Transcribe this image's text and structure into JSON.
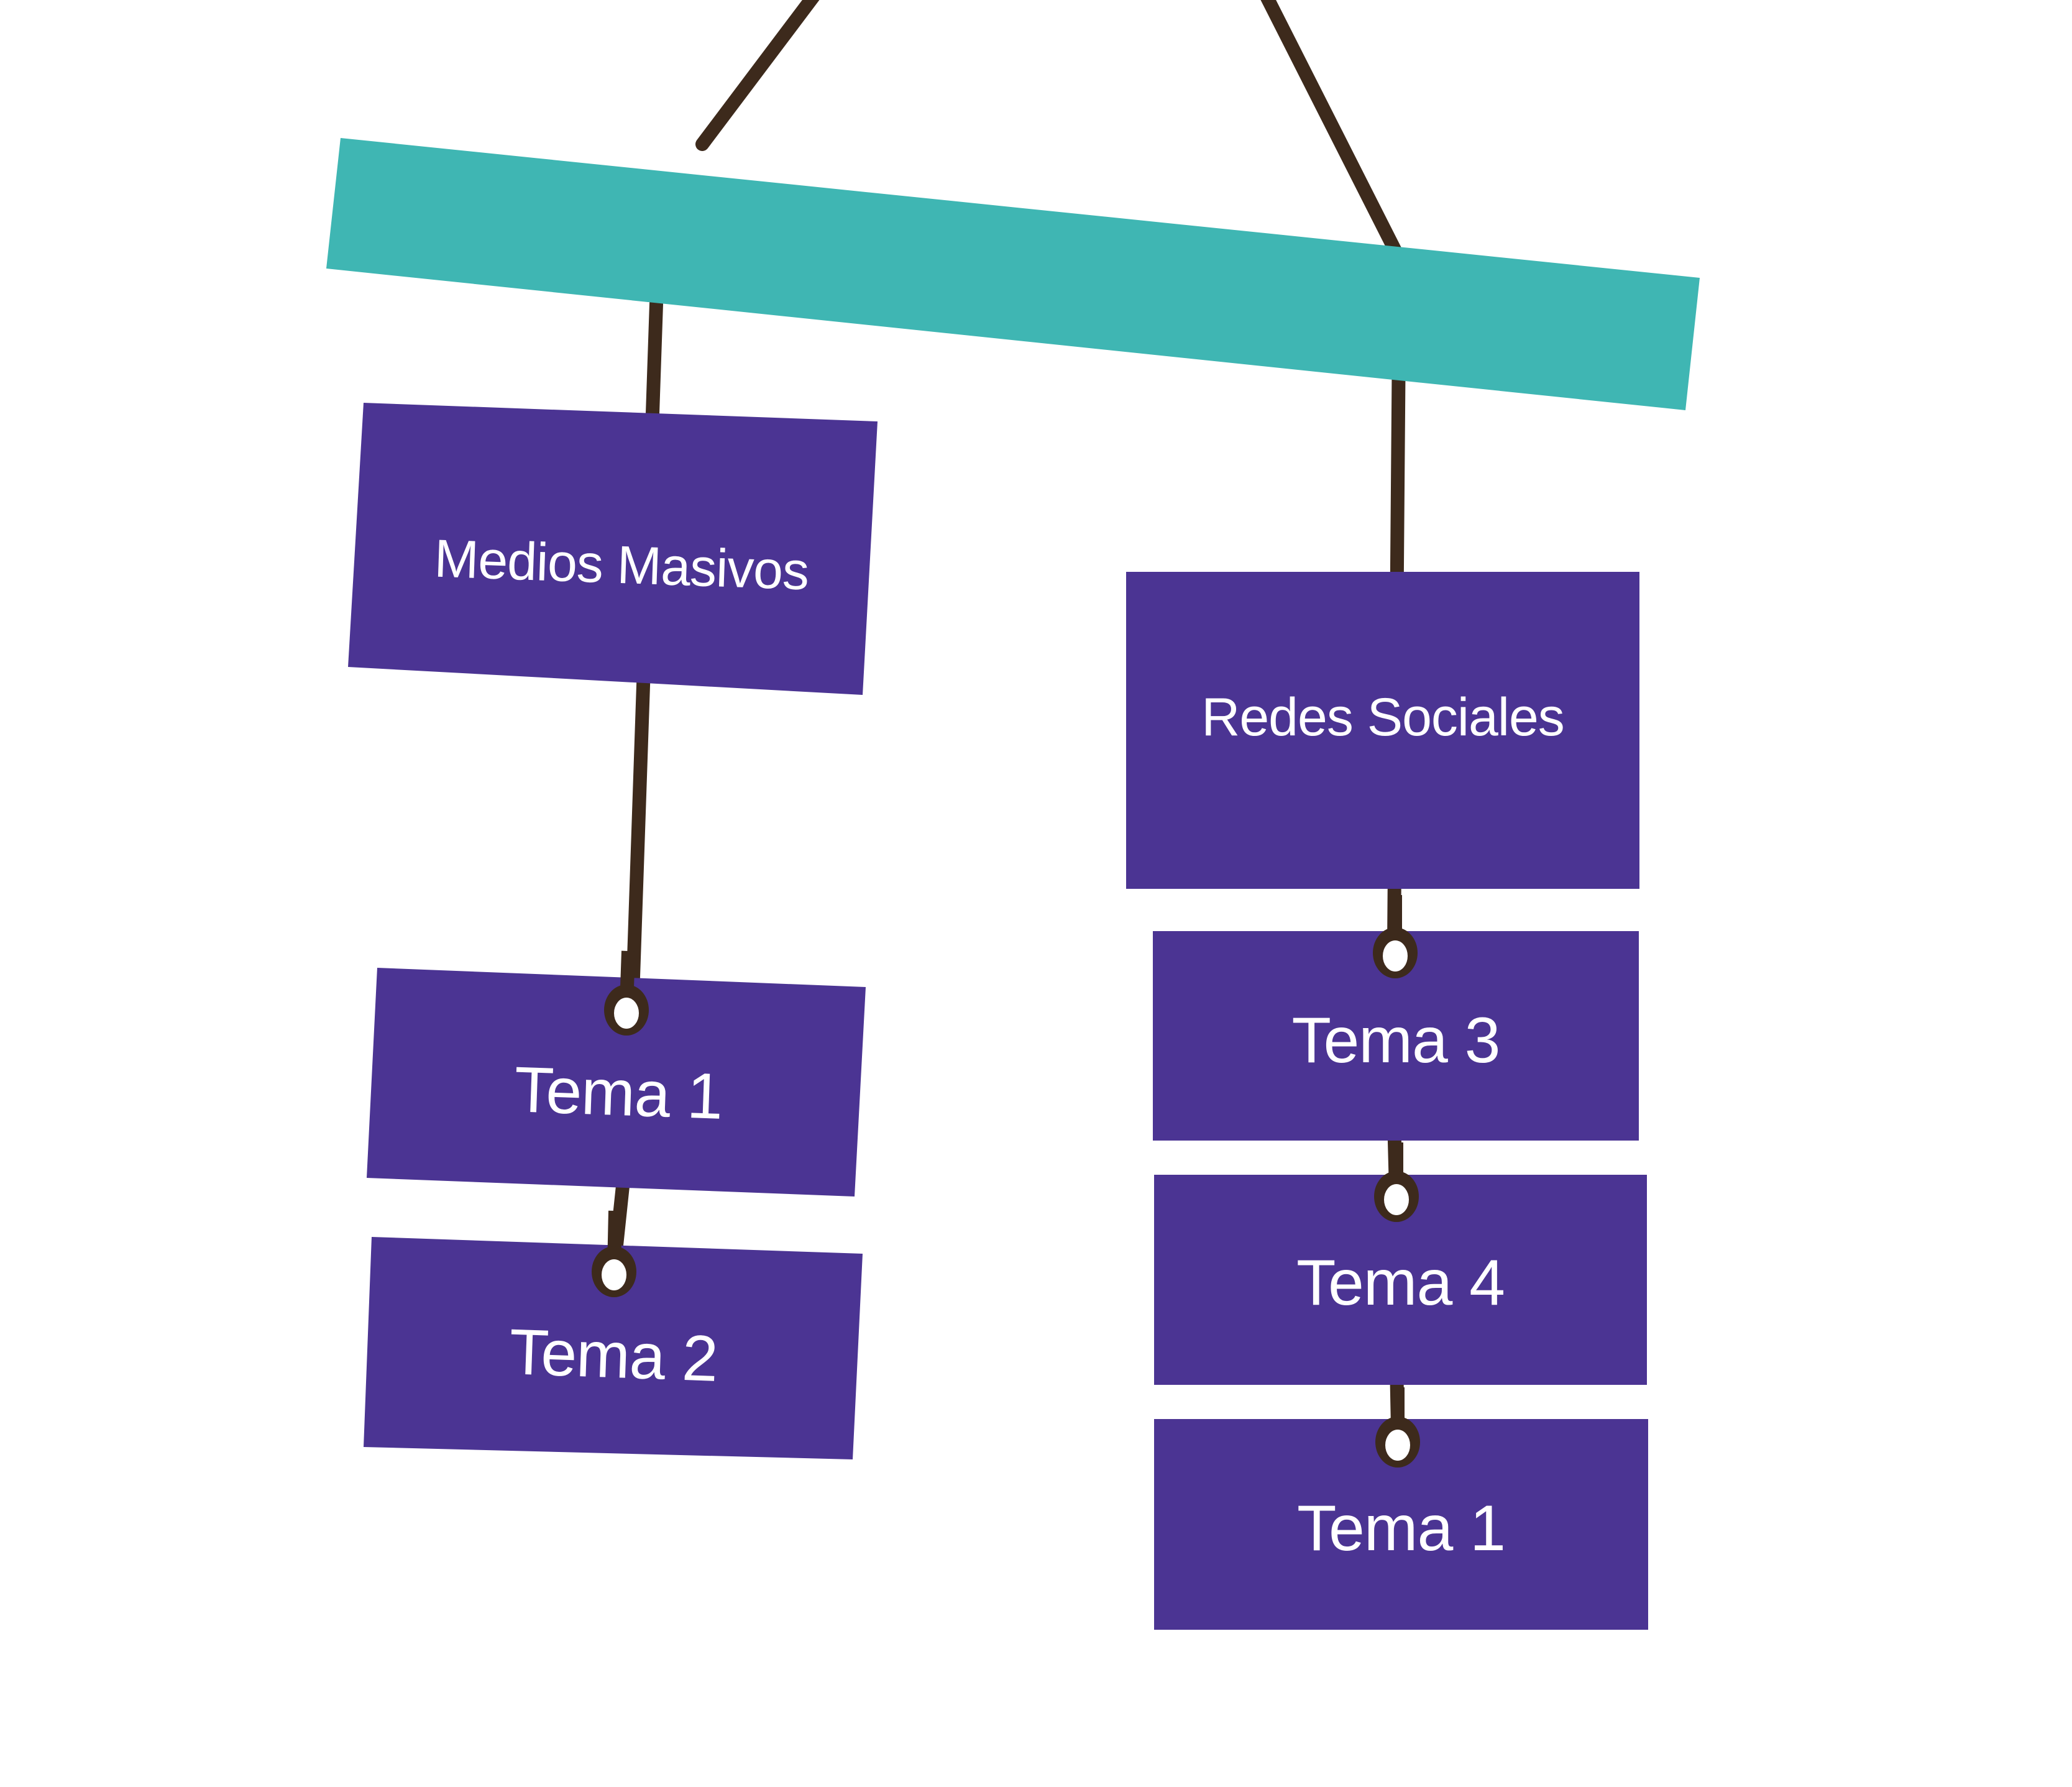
{
  "diagram": {
    "type": "hanging-mobile-concept-map",
    "title_text": "",
    "language": "es",
    "palette": {
      "background": "#ffffff",
      "bar": "#3FB6B3",
      "node": "#4B3493",
      "string": "#3D2A1C",
      "eyelet_ring": "#3D2A1C",
      "eyelet_hole": "#ffffff",
      "label_text": "#ffffff"
    },
    "bar": {
      "name": "crossbar",
      "color": "#3FB6B3",
      "label": ""
    },
    "strings": [
      {
        "name": "string-to-crossbar-left",
        "from": "apex",
        "to": "crossbar-left"
      },
      {
        "name": "string-to-crossbar-right",
        "from": "apex",
        "to": "crossbar-right"
      },
      {
        "name": "string-crossbar-to-medios",
        "from": "crossbar",
        "to": "medios-masivos"
      },
      {
        "name": "string-crossbar-to-redes",
        "from": "crossbar",
        "to": "redes-sociales"
      },
      {
        "name": "string-medios-to-tema1",
        "from": "medios-masivos",
        "to": "tema-1-left"
      },
      {
        "name": "string-tema1-to-tema2",
        "from": "tema-1-left",
        "to": "tema-2"
      },
      {
        "name": "string-redes-to-tema3",
        "from": "redes-sociales",
        "to": "tema-3"
      },
      {
        "name": "string-tema3-to-tema4",
        "from": "tema-3",
        "to": "tema-4"
      },
      {
        "name": "string-tema4-to-tema1r",
        "from": "tema-4",
        "to": "tema-1-right"
      }
    ],
    "branches": [
      {
        "id": "medios-masivos",
        "label": "Medios Masivos",
        "color": "#4B3493",
        "children": [
          {
            "id": "tema-1-left",
            "label": "Tema 1",
            "color": "#4B3493"
          },
          {
            "id": "tema-2",
            "label": "Tema 2",
            "color": "#4B3493"
          }
        ]
      },
      {
        "id": "redes-sociales",
        "label": "Redes Sociales",
        "color": "#4B3493",
        "children": [
          {
            "id": "tema-3",
            "label": "Tema 3",
            "color": "#4B3493"
          },
          {
            "id": "tema-4",
            "label": "Tema 4",
            "color": "#4B3493"
          },
          {
            "id": "tema-1-right",
            "label": "Tema 1",
            "color": "#4B3493"
          }
        ]
      }
    ],
    "nodes": {
      "medios_masivos": "Medios Masivos",
      "redes_sociales": "Redes Sociales",
      "tema_1_left": "Tema 1",
      "tema_2": "Tema 2",
      "tema_3": "Tema 3",
      "tema_4": "Tema 4",
      "tema_1_right": "Tema 1"
    }
  }
}
